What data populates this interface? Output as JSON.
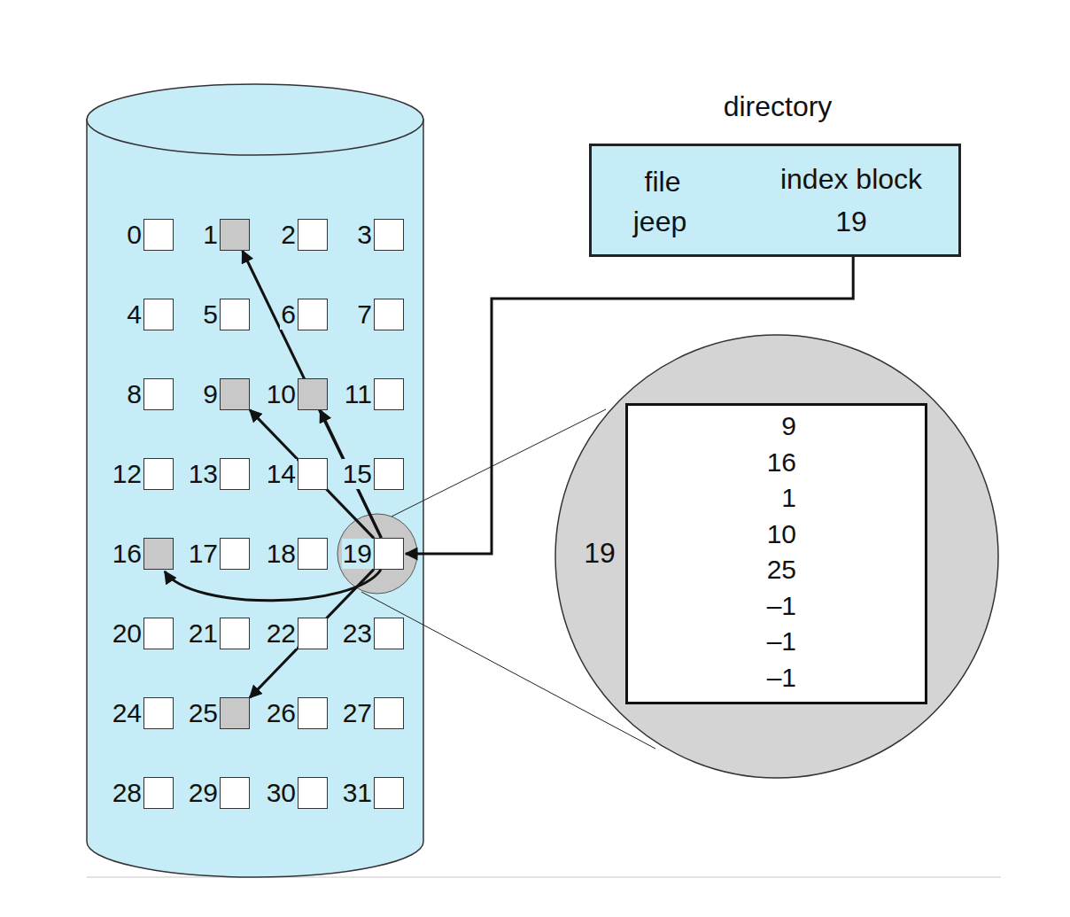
{
  "diagram": {
    "nodes": [
      {
        "text": [
          "0"
        ]
      },
      {
        "text": [
          "1"
        ]
      },
      {
        "text": [
          "2"
        ]
      },
      {
        "text": [
          "3"
        ]
      },
      {
        "text": [
          "4"
        ]
      },
      {
        "text": [
          "5"
        ]
      },
      {
        "text": [
          "6"
        ]
      },
      {
        "text": [
          "7"
        ]
      },
      {
        "text": [
          "8"
        ]
      },
      {
        "text": [
          "9"
        ]
      },
      {
        "text": [
          "10"
        ]
      },
      {
        "text": [
          "11"
        ]
      },
      {
        "text": [
          "12"
        ]
      },
      {
        "text": [
          "13"
        ]
      },
      {
        "text": [
          "14"
        ]
      },
      {
        "text": [
          "15"
        ]
      },
      {
        "text": [
          "16"
        ]
      },
      {
        "text": [
          "17"
        ]
      },
      {
        "text": [
          "18"
        ]
      },
      {
        "text": [
          "19"
        ]
      },
      {
        "text": [
          "20"
        ]
      },
      {
        "text": [
          "21"
        ]
      },
      {
        "text": [
          "22"
        ]
      },
      {
        "text": [
          "23"
        ]
      },
      {
        "text": [
          "24"
        ]
      },
      {
        "text": [
          "25"
        ]
      },
      {
        "text": [
          "26"
        ]
      },
      {
        "text": [
          "27"
        ]
      },
      {
        "text": [
          "28"
        ]
      },
      {
        "text": [
          "29"
        ]
      },
      {
        "text": [
          "30"
        ]
      },
      {
        "text": [
          "31"
        ]
      },
      {
        "text": [
          "directory",
          "file",
          "index block",
          "jeep",
          "19"
        ]
      },
      {
        "text": [
          "19"
        ]
      },
      {
        "text": [
          "9",
          "16",
          "1",
          "10",
          "25",
          "–1",
          "–1",
          "–1"
        ],
        "in": 33
      }
    ],
    "edges": [
      {
        "from": 32,
        "to": 19,
        "arrow": "to"
      },
      {
        "from": 19,
        "to": 9,
        "arrow": "to"
      },
      {
        "from": 19,
        "to": 16,
        "arrow": "to"
      },
      {
        "from": 19,
        "to": 1,
        "arrow": "to"
      },
      {
        "from": 19,
        "to": 10,
        "arrow": "to"
      },
      {
        "from": 19,
        "to": 25,
        "arrow": "to"
      }
    ]
  }
}
